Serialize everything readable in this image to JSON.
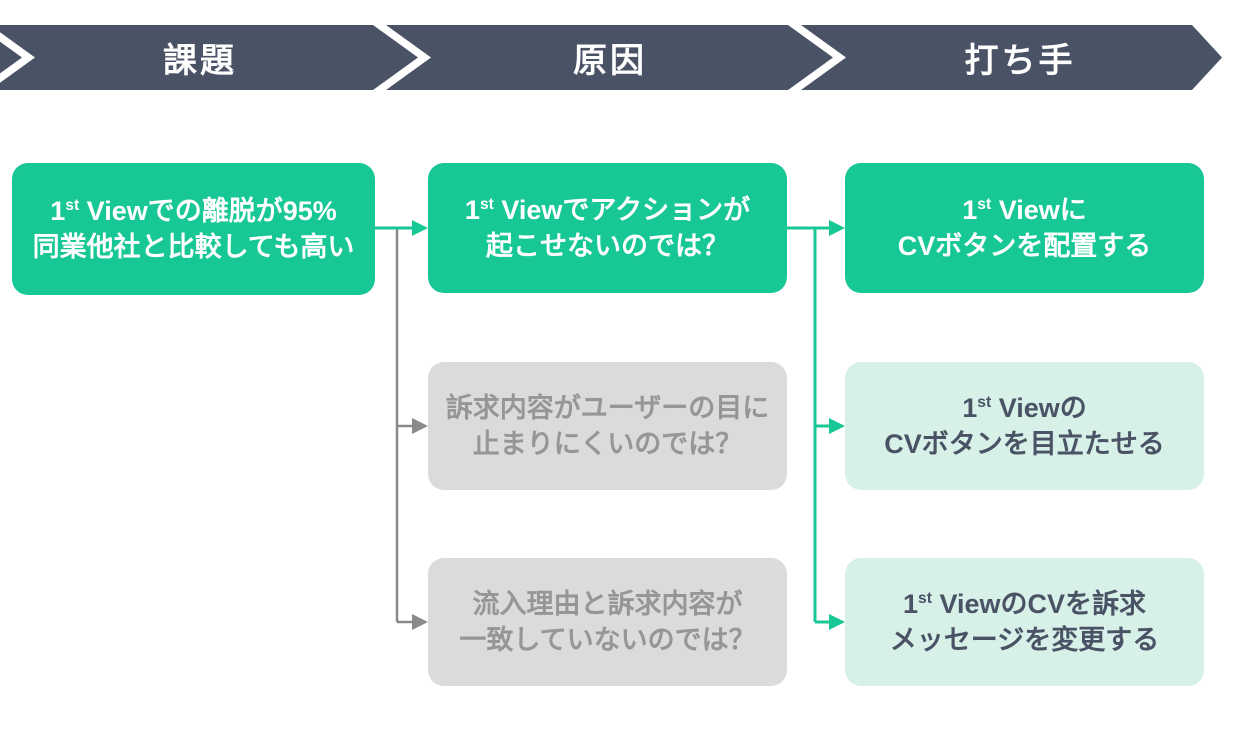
{
  "header": {
    "steps": [
      {
        "label": "課題"
      },
      {
        "label": "原因"
      },
      {
        "label": "打ち手"
      }
    ]
  },
  "boxes": {
    "issue": {
      "line1_pre": "1",
      "line1_sup": "st",
      "line1_post": " Viewでの離脱が95%",
      "line2": "同業他社と比較しても高い"
    },
    "causes": [
      {
        "line1_pre": "1",
        "line1_sup": "st",
        "line1_post": " Viewでアクションが",
        "line2": "起こせないのでは？"
      },
      {
        "line1_pre": "訴求内容がユーザーの目に",
        "line1_sup": "",
        "line1_post": "",
        "line2": "止まりにくいのでは？"
      },
      {
        "line1_pre": "流入理由と訴求内容が",
        "line1_sup": "",
        "line1_post": "",
        "line2": "一致していないのでは？"
      }
    ],
    "actions": [
      {
        "line1_pre": "1",
        "line1_sup": "st",
        "line1_post": " Viewに",
        "line2": "CVボタンを配置する"
      },
      {
        "line1_pre": "1",
        "line1_sup": "st",
        "line1_post": " Viewの",
        "line2": "CVボタンを目立たせる"
      },
      {
        "line1_pre": "1",
        "line1_sup": "st",
        "line1_post": " ViewのCVを訴求",
        "line2": "メッセージを変更する"
      }
    ]
  },
  "colors": {
    "slate": "#4A5365",
    "green": "#17C795",
    "mint": "#D7F0E8",
    "gray-box": "#DBDBDB",
    "gray-text": "#969696",
    "gray-line": "#8A8A8A",
    "white": "#FFFFFF"
  }
}
